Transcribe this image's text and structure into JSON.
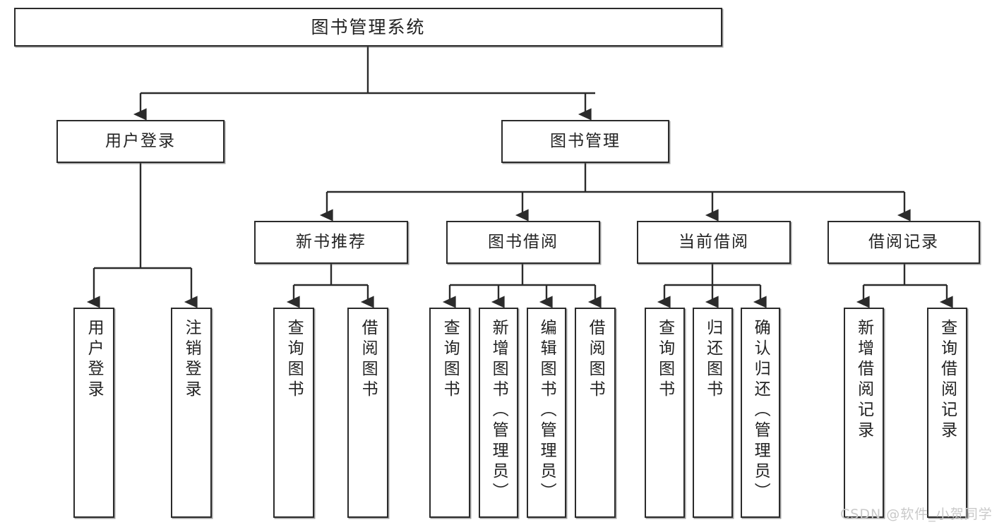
{
  "diagram": {
    "title": "图书管理系统",
    "type": "tree-hierarchy",
    "watermark": "CSDN @软件_小贺同学",
    "colors": {
      "stroke": "#2b2b2b",
      "fill": "#ffffff",
      "text": "#232323",
      "watermark": "#c9c9c9"
    },
    "nodes": {
      "root": {
        "label": "图书管理系统"
      },
      "level1": [
        {
          "id": "user-login",
          "label": "用户登录"
        },
        {
          "id": "book-manage",
          "label": "图书管理"
        }
      ],
      "level2": [
        {
          "id": "new-book-recommend",
          "label": "新书推荐"
        },
        {
          "id": "book-borrow",
          "label": "图书借阅"
        },
        {
          "id": "current-borrow",
          "label": "当前借阅"
        },
        {
          "id": "borrow-record",
          "label": "借阅记录"
        }
      ],
      "leaves": {
        "user-login": [
          {
            "id": "leaf-user-login",
            "label": "用户登录"
          },
          {
            "id": "leaf-logout",
            "label": "注销登录"
          }
        ],
        "new-book-recommend": [
          {
            "id": "leaf-query-book-1",
            "label": "查询图书"
          },
          {
            "id": "leaf-borrow-book-1",
            "label": "借阅图书"
          }
        ],
        "book-borrow": [
          {
            "id": "leaf-query-book-2",
            "label": "查询图书"
          },
          {
            "id": "leaf-add-book",
            "label": "新增图书（管理员）"
          },
          {
            "id": "leaf-edit-book",
            "label": "编辑图书（管理员）"
          },
          {
            "id": "leaf-borrow-book-2",
            "label": "借阅图书"
          }
        ],
        "current-borrow": [
          {
            "id": "leaf-query-book-3",
            "label": "查询图书"
          },
          {
            "id": "leaf-return-book",
            "label": "归还图书"
          },
          {
            "id": "leaf-confirm-return",
            "label": "确认归还（管理员）"
          }
        ],
        "borrow-record": [
          {
            "id": "leaf-add-record",
            "label": "新增借阅记录"
          },
          {
            "id": "leaf-query-record",
            "label": "查询借阅记录"
          }
        ]
      }
    }
  }
}
